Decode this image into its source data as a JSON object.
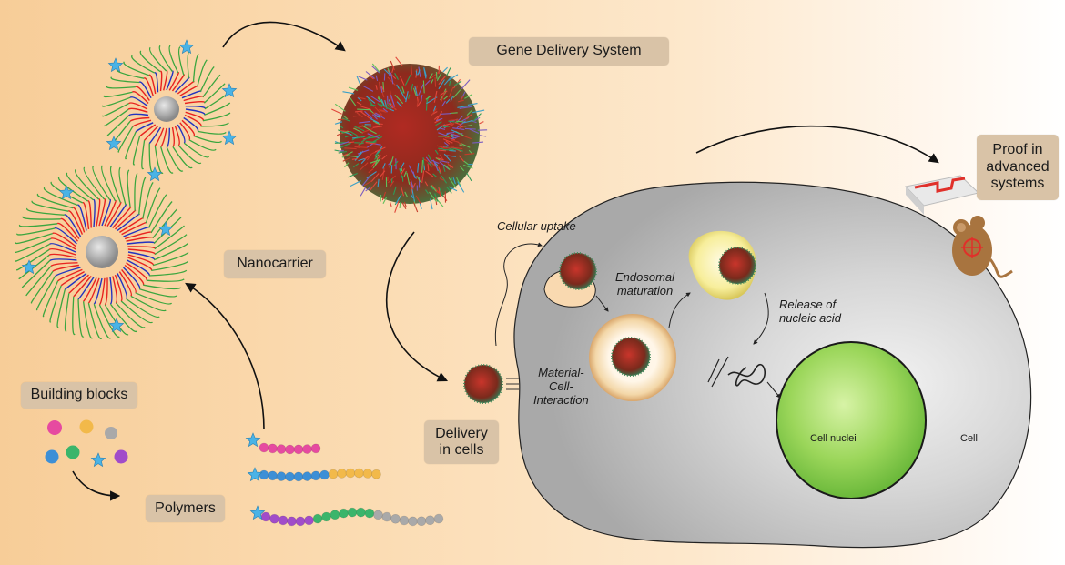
{
  "labels": {
    "gene_delivery_system": "Gene Delivery System",
    "nanocarrier": "Nanocarrier",
    "building_blocks": "Building blocks",
    "polymers": "Polymers",
    "delivery_in_cells_line1": "Delivery",
    "delivery_in_cells_line2": "in cells",
    "proof_line1": "Proof in",
    "proof_line2": "advanced",
    "proof_line3": "systems"
  },
  "annotations": {
    "cellular_uptake": "Cellular uptake",
    "endosomal_line1": "Endosomal",
    "endosomal_line2": "maturation",
    "release_line1": "Release of",
    "release_line2": "nucleic acid",
    "material_line1": "Material-",
    "material_line2": "Cell-",
    "material_line3": "Interaction",
    "cell_nuclei": "Cell nuclei",
    "cell": "Cell"
  },
  "colors": {
    "label_box": "#d9c3a7",
    "cell_body": "#c9c9c9",
    "nucleus": "#8cd14d",
    "particle_core": "#c0302c",
    "star": "#4ab3e6"
  }
}
